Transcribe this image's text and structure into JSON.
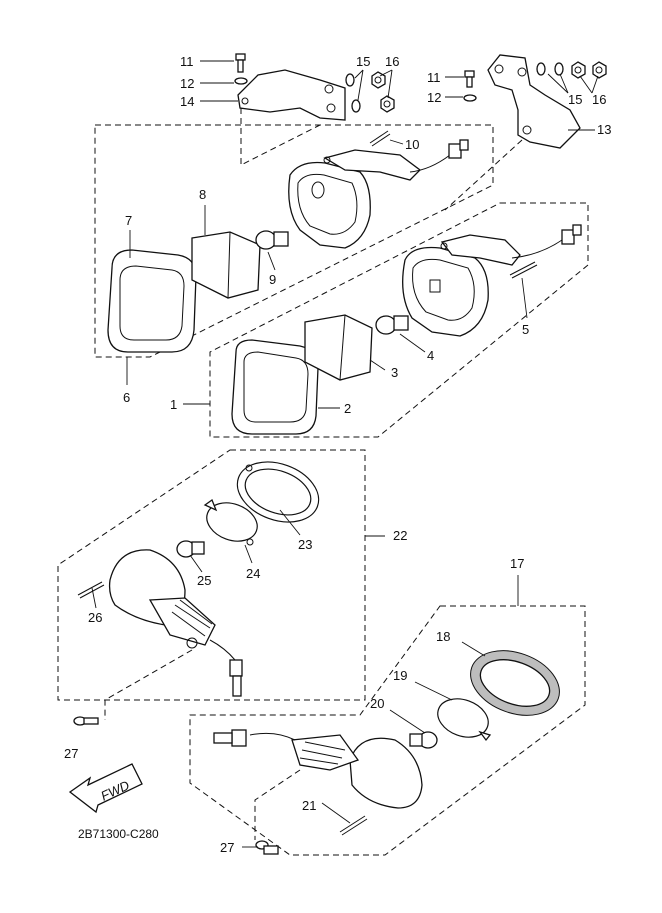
{
  "callouts": {
    "c1": "1",
    "c2": "2",
    "c3": "3",
    "c4": "4",
    "c5": "5",
    "c6": "6",
    "c7": "7",
    "c8": "8",
    "c9": "9",
    "c10": "10",
    "c11a": "11",
    "c11b": "11",
    "c12a": "12",
    "c12b": "12",
    "c13": "13",
    "c14": "14",
    "c15a": "15",
    "c15b": "15",
    "c16a": "16",
    "c16b": "16",
    "c17": "17",
    "c18": "18",
    "c19": "19",
    "c20": "20",
    "c21": "21",
    "c22": "22",
    "c23": "23",
    "c24": "24",
    "c25": "25",
    "c26": "26",
    "c27a": "27",
    "c27b": "27"
  },
  "fwd_label": "FWD",
  "diagram_code": "2B71300-C280",
  "colors": {
    "line": "#111111",
    "background": "#ffffff",
    "shade": "#bdbdbd"
  },
  "icons": {
    "direction": "fwd-arrow-icon"
  }
}
